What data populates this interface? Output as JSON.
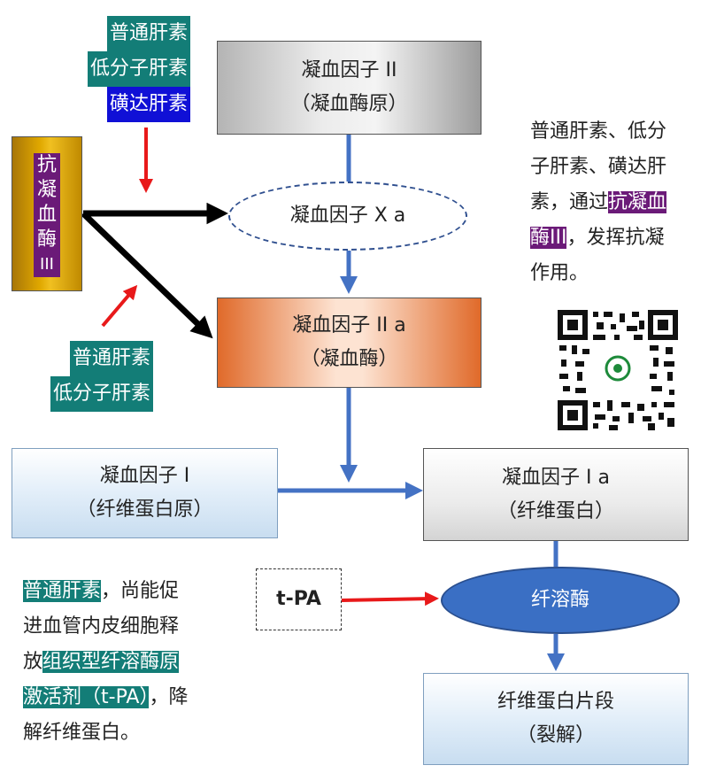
{
  "left_labels": {
    "top_group": [
      "普通肝素",
      "低分子肝素",
      "磺达肝素"
    ],
    "bottom_group": [
      "普通肝素",
      "低分子肝素"
    ],
    "antithrombin_chars": [
      "抗",
      "凝",
      "血",
      "酶",
      "III"
    ]
  },
  "boxes": {
    "prothrombin": {
      "line1": "凝血因子 II",
      "line2": "（凝血酶原）"
    },
    "factor_xa": {
      "line1": "凝血因子 X a"
    },
    "thrombin": {
      "line1": "凝血因子 II a",
      "line2": "（凝血酶）"
    },
    "fibrinogen": {
      "line1": "凝血因子 I",
      "line2": "（纤维蛋白原）"
    },
    "fibrin": {
      "line1": "凝血因子 I a",
      "line2": "（纤维蛋白）"
    },
    "tpa": {
      "line1": "t-PA"
    },
    "plasmin": {
      "line1": "纤溶酶"
    },
    "fragments": {
      "line1": "纤维蛋白片段",
      "line2": "（裂解）"
    }
  },
  "note_right": {
    "line1": "普通肝素、低分",
    "line2": "子肝素、磺达肝",
    "line3_pre": "素，通过",
    "line3_hl": "抗凝血",
    "line4_hl": "酶III",
    "line4_post": "，发挥抗凝",
    "line5": "作用。"
  },
  "note_bottom": {
    "line1_hl": "普通肝素",
    "line1_post": "，尚能促",
    "line2": "进血管内皮细胞释",
    "line3_pre": "放",
    "line3_hl": "组织型纤溶酶原",
    "line4_hl": "激活剂（t-PA）",
    "line4_post": "，降",
    "line5": "解纤维蛋白。"
  },
  "colors": {
    "teal_highlight": "#137d77",
    "blue_highlight": "#1010d6",
    "purple_highlight": "#6b1a78",
    "flow_arrow": "#4472c4",
    "red_arrow": "#e8191a",
    "plasmin_fill": "#3a6fc4",
    "antithrombin_bar": "#b8860b"
  }
}
